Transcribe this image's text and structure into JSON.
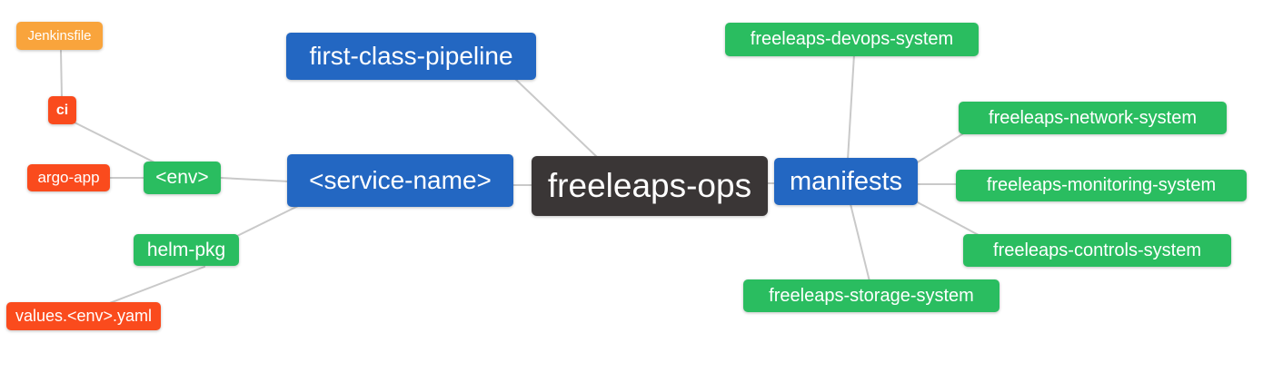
{
  "diagram": {
    "type": "mindmap",
    "root": "freeleaps-ops"
  },
  "colors": {
    "background": "#ffffff",
    "text": "#ffffff",
    "edge": "#c9c9c9",
    "blue": "#2367c2",
    "green": "#2abd60",
    "red": "#fa4b1d",
    "orange": "#f9a43c",
    "dark": "#3a3636"
  },
  "nodes": {
    "jenkinsfile": {
      "label": "Jenkinsfile"
    },
    "ci": {
      "label": "ci"
    },
    "argo_app": {
      "label": "argo-app"
    },
    "env": {
      "label": "<env>"
    },
    "service_name": {
      "label": "<service-name>"
    },
    "first_class_pipeline": {
      "label": "first-class-pipeline"
    },
    "helm_pkg": {
      "label": "helm-pkg"
    },
    "values_env_yaml": {
      "label": "values.<env>.yaml"
    },
    "freeleaps_ops": {
      "label": "freeleaps-ops"
    },
    "manifests": {
      "label": "manifests"
    },
    "devops_system": {
      "label": "freeleaps-devops-system"
    },
    "network_system": {
      "label": "freeleaps-network-system"
    },
    "monitoring_system": {
      "label": "freeleaps-monitoring-system"
    },
    "controls_system": {
      "label": "freeleaps-controls-system"
    },
    "storage_system": {
      "label": "freeleaps-storage-system"
    }
  },
  "edges": [
    [
      "jenkinsfile",
      "ci"
    ],
    [
      "ci",
      "env"
    ],
    [
      "argo_app",
      "env"
    ],
    [
      "env",
      "service_name"
    ],
    [
      "helm_pkg",
      "service_name"
    ],
    [
      "values_env_yaml",
      "helm_pkg"
    ],
    [
      "service_name",
      "freeleaps_ops"
    ],
    [
      "first_class_pipeline",
      "freeleaps_ops"
    ],
    [
      "freeleaps_ops",
      "manifests"
    ],
    [
      "manifests",
      "devops_system"
    ],
    [
      "manifests",
      "network_system"
    ],
    [
      "manifests",
      "monitoring_system"
    ],
    [
      "manifests",
      "controls_system"
    ],
    [
      "manifests",
      "storage_system"
    ]
  ]
}
